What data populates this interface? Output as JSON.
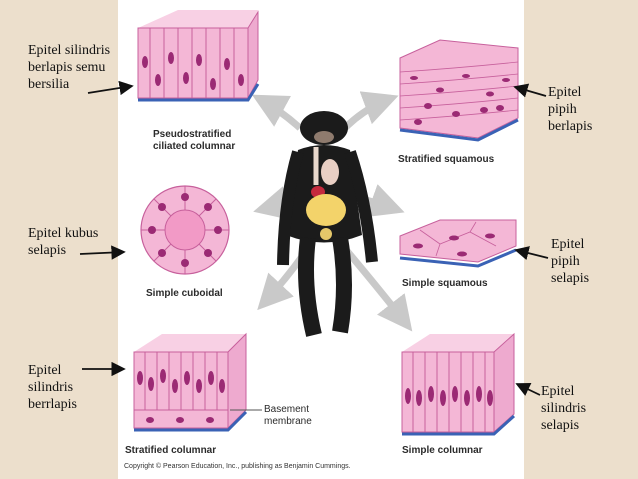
{
  "annotations": {
    "pseudostratified": "Epitel silindris berlapis semu bersilia",
    "stratified_squamous": "Epitel pipih berlapis",
    "simple_cuboidal": "Epitel kubus selapis",
    "simple_squamous": "Epitel pipih selapis",
    "stratified_columnar": "Epitel silindris berrlapis",
    "simple_columnar": "Epitel silindris selapis"
  },
  "captions": {
    "pseudostratified": "Pseudostratified ciliated columnar",
    "stratified_squamous": "Stratified squamous",
    "simple_cuboidal": "Simple cuboidal",
    "simple_squamous": "Simple squamous",
    "stratified_columnar": "Stratified columnar",
    "simple_columnar": "Simple columnar",
    "basement_membrane": "Basement membrane"
  },
  "copyright": "Copyright © Pearson Education, Inc., publishing as Benjamin Cummings.",
  "colors": {
    "background": "#ecdfcc",
    "tissue_pink": "#f4b7d6",
    "cell_outline": "#c7609c",
    "nucleus": "#9b2a74",
    "membrane": "#3a62b5",
    "arrow": "#c9c9c9"
  }
}
